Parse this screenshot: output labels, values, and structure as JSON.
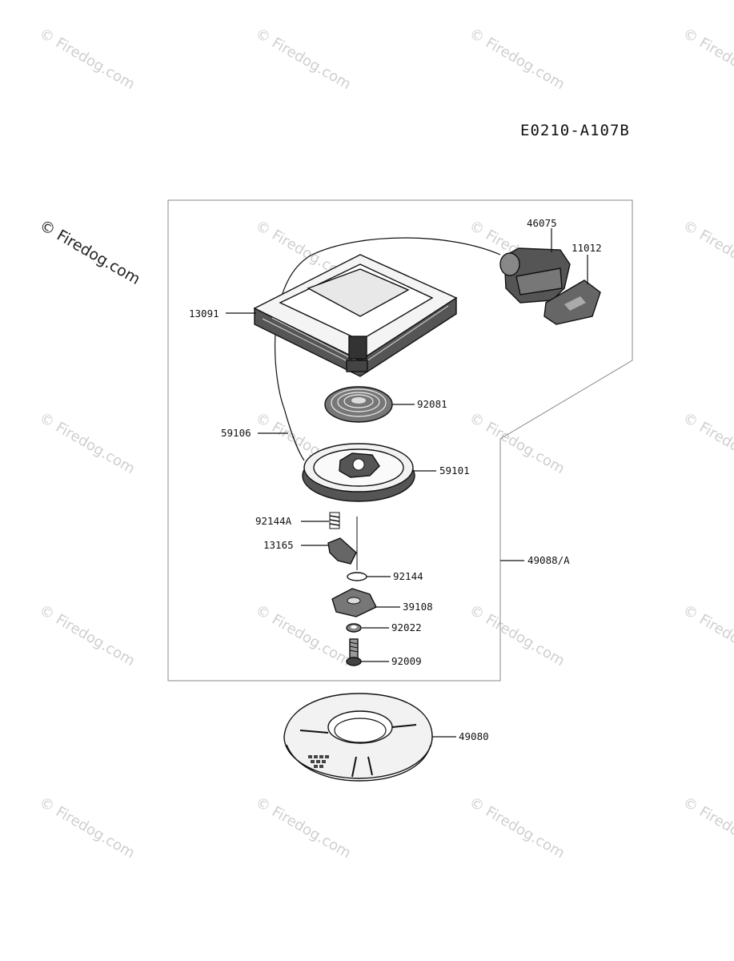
{
  "diagram_code": "E0210-A107B",
  "watermark": "© Firedog.com",
  "parts": [
    {
      "id": "46075"
    },
    {
      "id": "11012"
    },
    {
      "id": "13091"
    },
    {
      "id": "92081"
    },
    {
      "id": "59106"
    },
    {
      "id": "59101"
    },
    {
      "id": "92144A"
    },
    {
      "id": "13165"
    },
    {
      "id": "92144"
    },
    {
      "id": "39108"
    },
    {
      "id": "92022"
    },
    {
      "id": "92009"
    },
    {
      "id": "49088/A"
    },
    {
      "id": "49080"
    }
  ],
  "colors": {
    "line": "#111111",
    "watermark": "#cfcfcf",
    "background": "#ffffff"
  }
}
